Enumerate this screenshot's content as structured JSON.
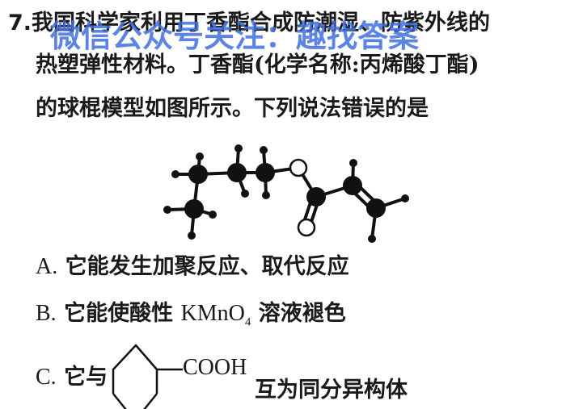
{
  "question": {
    "number": "7.",
    "line1": "我国科学家利用丁香酯合成防潮湿、防紫外线的",
    "line2": "热塑弹性材料。丁香酯(化学名称:丙烯酸丁酯)",
    "line3": "的球棍模型如图所示。下列说法错误的是"
  },
  "watermark": "微信公众号关注：趣找答案",
  "options": {
    "a": {
      "label": "A.",
      "text": "它能发生加聚反应、取代反应"
    },
    "b": {
      "label": "B.",
      "text_before": "它能使酸性",
      "formula_main": "KMnO",
      "formula_sub": "4",
      "text_after": "溶液褪色"
    },
    "c": {
      "label": "C.",
      "text_before": "它与",
      "group": "COOH",
      "text_after": "互为同分异构体"
    }
  }
}
